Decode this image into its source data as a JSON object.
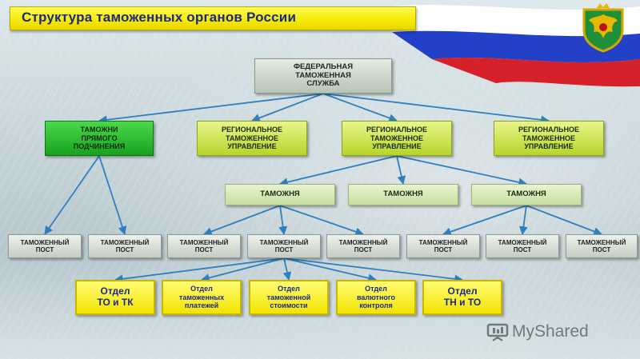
{
  "title": "Структура таможенных органов России",
  "watermark": "MyShared",
  "nodes": {
    "fts": "ФЕДЕРАЛЬНАЯ\nТАМОЖЕННАЯ\nСЛУЖБА",
    "direct": "ТАМОЖНИ\nПРЯМОГО\nПОДЧИНЕНИЯ",
    "rtu1": "РЕГИОНАЛЬНОЕ\nТАМОЖЕННОЕ\nУПРАВЛЕНИЕ",
    "rtu2": "РЕГИОНАЛЬНОЕ\nТАМОЖЕННОЕ\nУПРАВЛЕНИЕ",
    "rtu3": "РЕГИОНАЛЬНОЕ\nТАМОЖЕННОЕ\nУПРАВЛЕНИЕ",
    "customs1": "ТАМОЖНЯ",
    "customs2": "ТАМОЖНЯ",
    "customs3": "ТАМОЖНЯ",
    "posts": [
      "ТАМОЖЕННЫЙ\nПОСТ",
      "ТАМОЖЕННЫЙ\nПОСТ",
      "ТАМОЖЕННЫЙ\nПОСТ",
      "ТАМОЖЕННЫЙ\nПОСТ",
      "ТАМОЖЕННЫЙ\nПОСТ",
      "ТАМОЖЕННЫЙ\nПОСТ",
      "ТАМОЖЕННЫЙ\nПОСТ",
      "ТАМОЖЕННЫЙ\nПОСТ"
    ],
    "depts": [
      "Отдел\nТО и ТК",
      "Отдел\nтаможенных\nплатежей",
      "Отдел\nтаможенной\nстоимости",
      "Отдел\nвалютного\nконтроля",
      "Отдел\nТН и ТО"
    ]
  },
  "colors": {
    "connector": "#2f7fc1",
    "title_bg": "#f5ea00",
    "title_text": "#1b2a86",
    "green_box": "#22b026",
    "lime_box": "#c6e03a",
    "dept_box": "#f7e900"
  }
}
